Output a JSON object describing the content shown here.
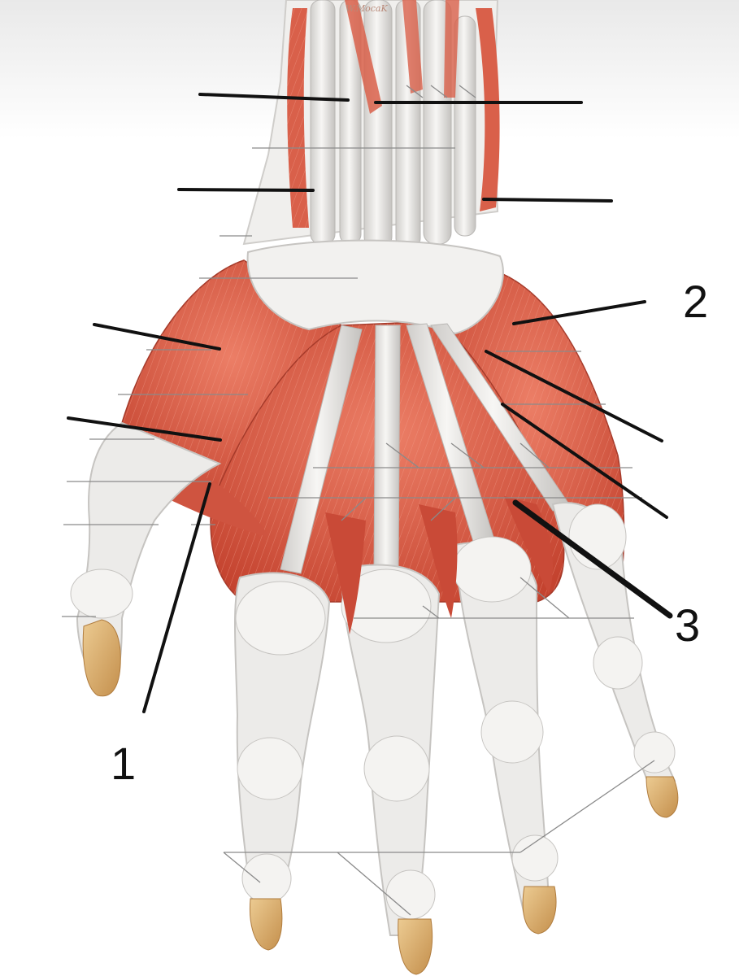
{
  "diagram": {
    "signature_text": "W.MocaK",
    "labels": [
      {
        "id": "1",
        "text": "1"
      },
      {
        "id": "2",
        "text": "2"
      },
      {
        "id": "3",
        "text": "3"
      }
    ]
  },
  "colors": {
    "muscle": "#d9604a",
    "muscle_dark": "#b8402f",
    "muscle_light": "#ee8a73",
    "tendon": "#ecebe9",
    "tendon_shadow": "#c8c6c3",
    "bone": "#e3b877",
    "bone_dark": "#c38f4b",
    "leader_line": "#111111",
    "thin_line": "#8a8a8a"
  }
}
